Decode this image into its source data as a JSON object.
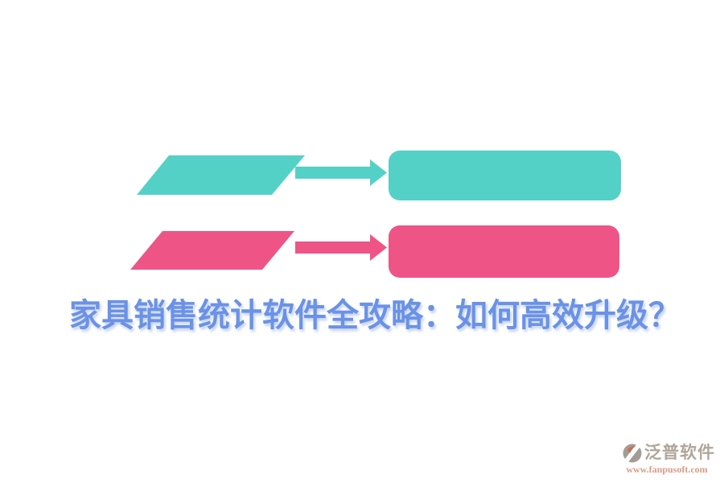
{
  "page": {
    "background": "#ffffff"
  },
  "flow": {
    "rows": [
      {
        "id": "step-1",
        "color": "#54d1c7"
      },
      {
        "id": "step-2",
        "color": "#ee5586"
      }
    ]
  },
  "title": {
    "text": "家具销售统计软件全攻略：如何高效升级？",
    "color": "#6a92e6"
  },
  "watermark": {
    "brand": "泛普软件",
    "url": "www.fanpusoft.com",
    "brand_color": "#a79d8e",
    "url_color": "#d9907b",
    "icon_gray": "#98928a",
    "icon_orange": "#cd5a41"
  }
}
